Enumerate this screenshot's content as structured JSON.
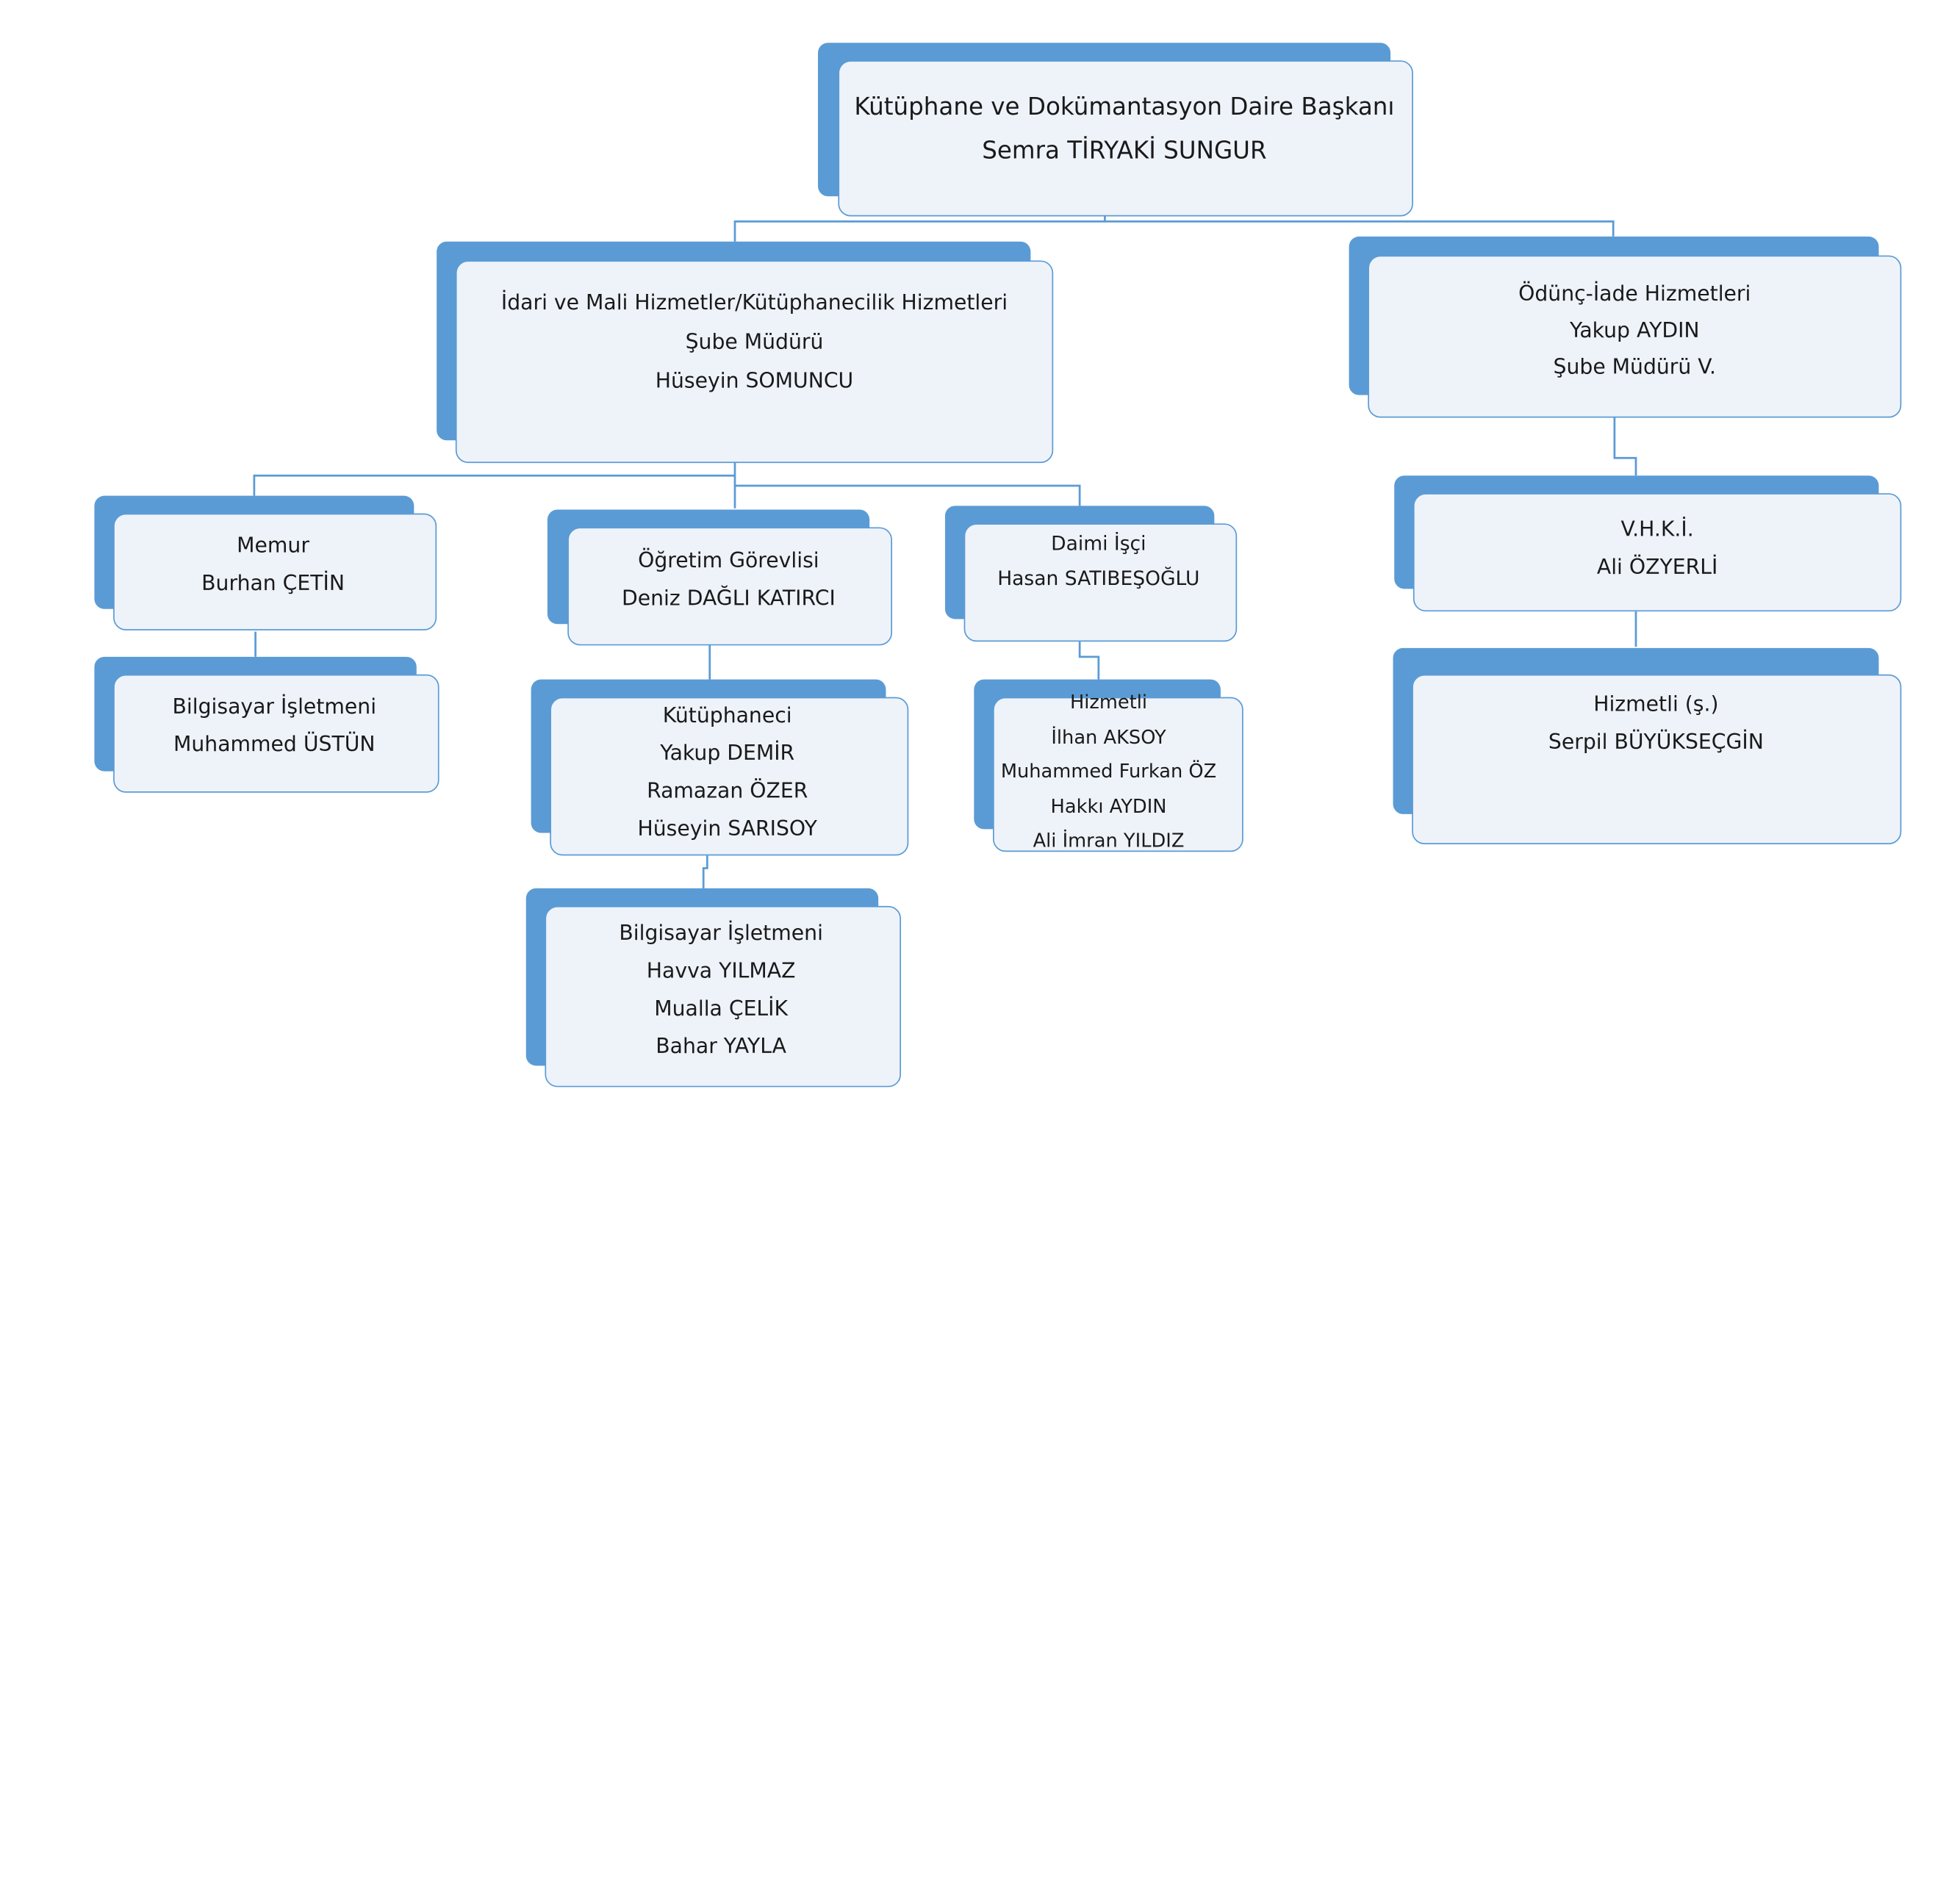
{
  "colors": {
    "accent": "#5b9bd5",
    "box_fill": "#eef3fa",
    "line": "#5b9bd5",
    "text": "#1a1a1a"
  },
  "nodes": {
    "head": {
      "lines": [
        "Kütüphane ve Dokümantasyon Daire Başkanı",
        "Semra TİRYAKİ SUNGUR"
      ]
    },
    "admin_manager": {
      "lines": [
        "İdari ve Mali Hizmetler/Kütüphanecilik Hizmetleri",
        "Şube Müdürü",
        "Hüseyin SOMUNCU"
      ]
    },
    "lending_manager": {
      "lines": [
        "Ödünç-İade Hizmetleri",
        "Yakup AYDIN",
        "Şube Müdürü V."
      ]
    },
    "officer": {
      "lines": [
        "Memur",
        "Burhan ÇETİN"
      ]
    },
    "officer_computer_operator": {
      "lines": [
        "Bilgisayar İşletmeni",
        "Muhammed ÜSTÜN"
      ]
    },
    "lecturer": {
      "lines": [
        "Öğretim Görevlisi",
        "Deniz DAĞLI KATIRCI"
      ]
    },
    "librarians": {
      "lines": [
        "Kütüphaneci",
        "Yakup DEMİR",
        "Ramazan ÖZER",
        "Hüseyin SARISOY"
      ]
    },
    "computer_operators": {
      "lines": [
        "Bilgisayar İşletmeni",
        "Havva YILMAZ",
        "Mualla ÇELİK",
        "Bahar YAYLA"
      ]
    },
    "permanent_worker": {
      "lines": [
        "Daimi İşçi",
        "Hasan SATIBEŞOĞLU"
      ]
    },
    "attendants": {
      "lines": [
        "Hizmetli",
        "İlhan AKSOY",
        "Muhammed Furkan ÖZ",
        "Hakkı AYDIN",
        "Ali İmran YILDIZ"
      ]
    },
    "vhki": {
      "lines": [
        "V.H.K.İ.",
        "Ali ÖZYERLİ"
      ]
    },
    "attendant_s": {
      "lines": [
        "Hizmetli (ş.)",
        "Serpil BÜYÜKSEÇGİN"
      ]
    }
  }
}
